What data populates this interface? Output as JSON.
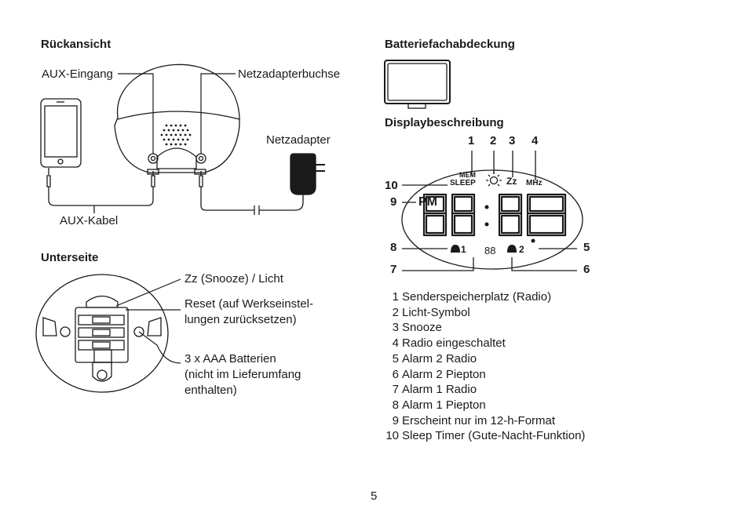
{
  "rear": {
    "title": "Rückansicht",
    "aux_in": "AUX-Eingang",
    "dc_jack": "Netzadapterbuchse",
    "adapter": "Netzadapter",
    "aux_cable": "AUX-Kabel"
  },
  "bottom": {
    "title": "Unterseite",
    "snooze": "Zz (Snooze) / Licht",
    "reset_1": "Reset (auf Werkseinstel-",
    "reset_2": "lungen zurücksetzen)",
    "batt_1": "3 x AAA Batterien",
    "batt_2": "(nicht im Lieferumfang",
    "batt_3": "enthalten)"
  },
  "battery_cover": {
    "title": "Batteriefachabdeckung"
  },
  "display": {
    "title": "Displaybeschreibung",
    "callouts": [
      "1",
      "2",
      "3",
      "4",
      "5",
      "6",
      "7",
      "8",
      "9",
      "10"
    ],
    "lcd": {
      "mem": "MEM",
      "sleep": "SLEEP",
      "zz": "Zz",
      "mhz": "MHz",
      "pm": "PM",
      "digits": "88:88",
      "small_digits": "88",
      "alarm1": "1",
      "alarm2": "2"
    },
    "legend": [
      {
        "n": "1",
        "text": "Senderspeicherplatz (Radio)"
      },
      {
        "n": "2",
        "text": "Licht-Symbol"
      },
      {
        "n": "3",
        "text": "Snooze"
      },
      {
        "n": "4",
        "text": "Radio eingeschaltet"
      },
      {
        "n": "5",
        "text": "Alarm 2 Radio"
      },
      {
        "n": "6",
        "text": "Alarm 2 Piepton"
      },
      {
        "n": "7",
        "text": "Alarm 1 Radio"
      },
      {
        "n": "8",
        "text": "Alarm 1 Piepton"
      },
      {
        "n": "9",
        "text": "Erscheint nur im 12-h-Format"
      },
      {
        "n": "10",
        "text": "Sleep Timer (Gute-Nacht-Funktion)"
      }
    ]
  },
  "page_number": "5"
}
